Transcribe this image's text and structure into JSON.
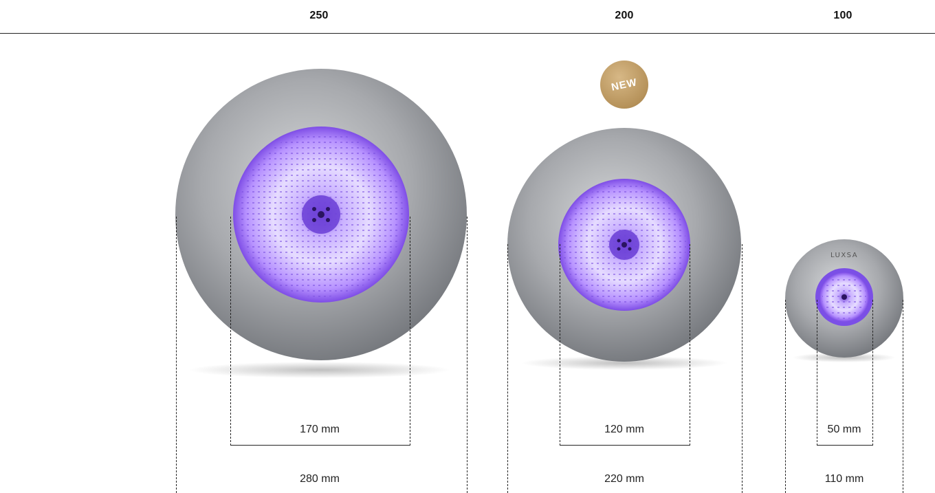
{
  "columns": [
    {
      "label": "250",
      "inner_dim": "170 mm",
      "outer_dim": "280 mm"
    },
    {
      "label": "200",
      "inner_dim": "120 mm",
      "outer_dim": "220 mm"
    },
    {
      "label": "100",
      "inner_dim": "50 mm",
      "outer_dim": "110 mm"
    }
  ],
  "badge": {
    "text": "NEW"
  },
  "brand": "LUXSA",
  "colors": {
    "steel_light": "#cfd1d3",
    "steel_dark": "#7d8085",
    "led_purple": "#8a55f0",
    "led_glow": "#d9c6ff",
    "badge_gold": "#b6925a"
  }
}
